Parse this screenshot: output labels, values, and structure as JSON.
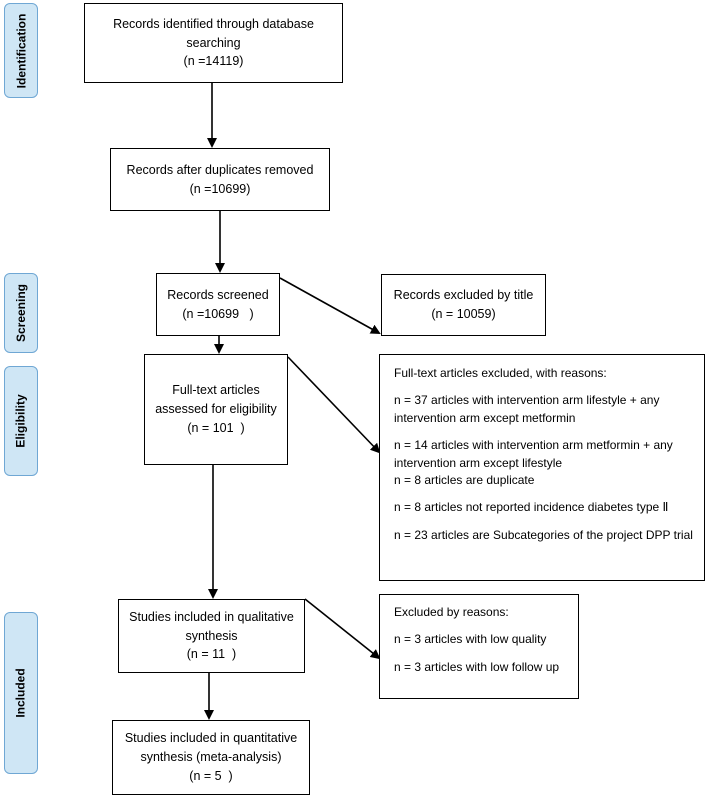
{
  "phases": {
    "identification": "Identification",
    "screening": "Screening",
    "eligibility": "Eligibility",
    "included": "Included"
  },
  "identified": {
    "line1": "Records identified through database",
    "line2": "searching",
    "count": "(n =14119)"
  },
  "deduplicated": {
    "line1": "Records after duplicates removed",
    "count": "(n =10699)"
  },
  "screened": {
    "line1": "Records screened",
    "count": "(n =10699   )"
  },
  "excluded_title": {
    "line1": "Records excluded by title",
    "count": "(n = 10059)"
  },
  "fulltext": {
    "line1": "Full-text articles",
    "line2": "assessed for eligibility",
    "count": "(n = 101  )"
  },
  "fulltext_excluded": {
    "heading": "Full-text articles excluded, with reasons:",
    "reason1": "n = 37 articles with intervention arm lifestyle + any intervention arm except metformin",
    "reason2": "n = 14 articles with intervention arm metformin + any intervention arm except lifestyle",
    "reason3": "n = 8 articles are duplicate",
    "reason4": "n = 8 articles not reported incidence diabetes type Ⅱ",
    "reason5": "n = 23 articles are Subcategories of the project DPP trial"
  },
  "qualitative": {
    "line1": "Studies included in qualitative",
    "line2": "synthesis",
    "count": "(n = 11  )"
  },
  "excluded_reasons": {
    "heading": "Excluded by reasons:",
    "reason1": "n = 3 articles with low quality",
    "reason2": "n = 3 articles with low follow up"
  },
  "quantitative": {
    "line1": "Studies included in quantitative",
    "line2": "synthesis (meta-analysis)",
    "count": "(n = 5  )"
  }
}
